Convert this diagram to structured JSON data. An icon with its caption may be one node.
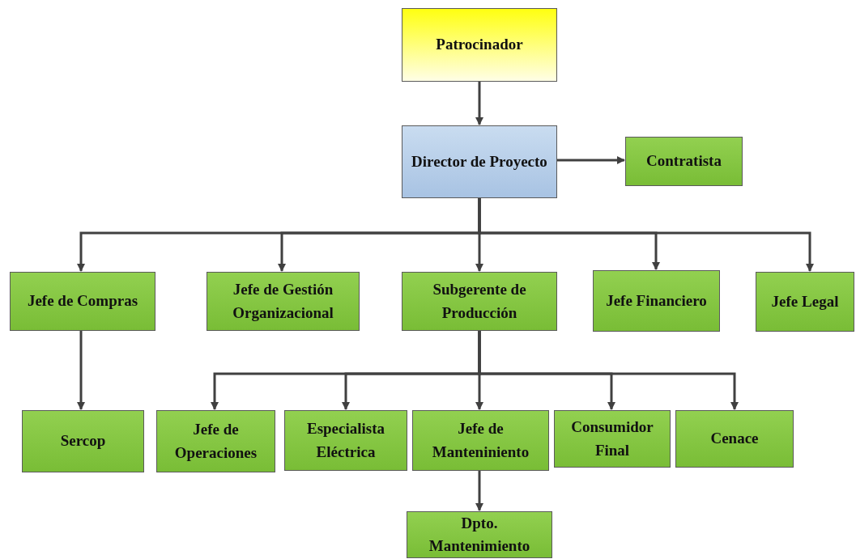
{
  "diagram": {
    "nodes": [
      {
        "text": [
          "Patrocinador"
        ]
      },
      {
        "text": [
          "Director de Proyecto"
        ]
      },
      {
        "text": [
          "Contratista"
        ]
      },
      {
        "text": [
          "Jefe de Compras"
        ]
      },
      {
        "text": [
          "Jefe de Gestión Organizacional"
        ]
      },
      {
        "text": [
          "Subgerente de Producción"
        ]
      },
      {
        "text": [
          "Jefe Financiero"
        ]
      },
      {
        "text": [
          "Jefe Legal"
        ]
      },
      {
        "text": [
          "Sercop"
        ]
      },
      {
        "text": [
          "Jefe de Operaciones"
        ]
      },
      {
        "text": [
          "Especialista Eléctrica"
        ]
      },
      {
        "text": [
          "Jefe de Manteniniento"
        ]
      },
      {
        "text": [
          "Consumidor Final"
        ]
      },
      {
        "text": [
          "Cenace"
        ]
      },
      {
        "text": [
          "Dpto. Mantenimiento"
        ]
      }
    ],
    "edges": [
      {
        "from": 0,
        "to": 1,
        "arrow": "to"
      },
      {
        "from": 1,
        "to": 2,
        "arrow": "to"
      },
      {
        "from": 1,
        "to": 3,
        "arrow": "to"
      },
      {
        "from": 1,
        "to": 4,
        "arrow": "to"
      },
      {
        "from": 1,
        "to": 5,
        "arrow": "to"
      },
      {
        "from": 1,
        "to": 6,
        "arrow": "to"
      },
      {
        "from": 1,
        "to": 7,
        "arrow": "to"
      },
      {
        "from": 3,
        "to": 8,
        "arrow": "to"
      },
      {
        "from": 5,
        "to": 9,
        "arrow": "to"
      },
      {
        "from": 5,
        "to": 10,
        "arrow": "to"
      },
      {
        "from": 5,
        "to": 11,
        "arrow": "to"
      },
      {
        "from": 5,
        "to": 12,
        "arrow": "to"
      },
      {
        "from": 5,
        "to": 13,
        "arrow": "to"
      },
      {
        "from": 11,
        "to": 14,
        "arrow": "to"
      }
    ]
  }
}
